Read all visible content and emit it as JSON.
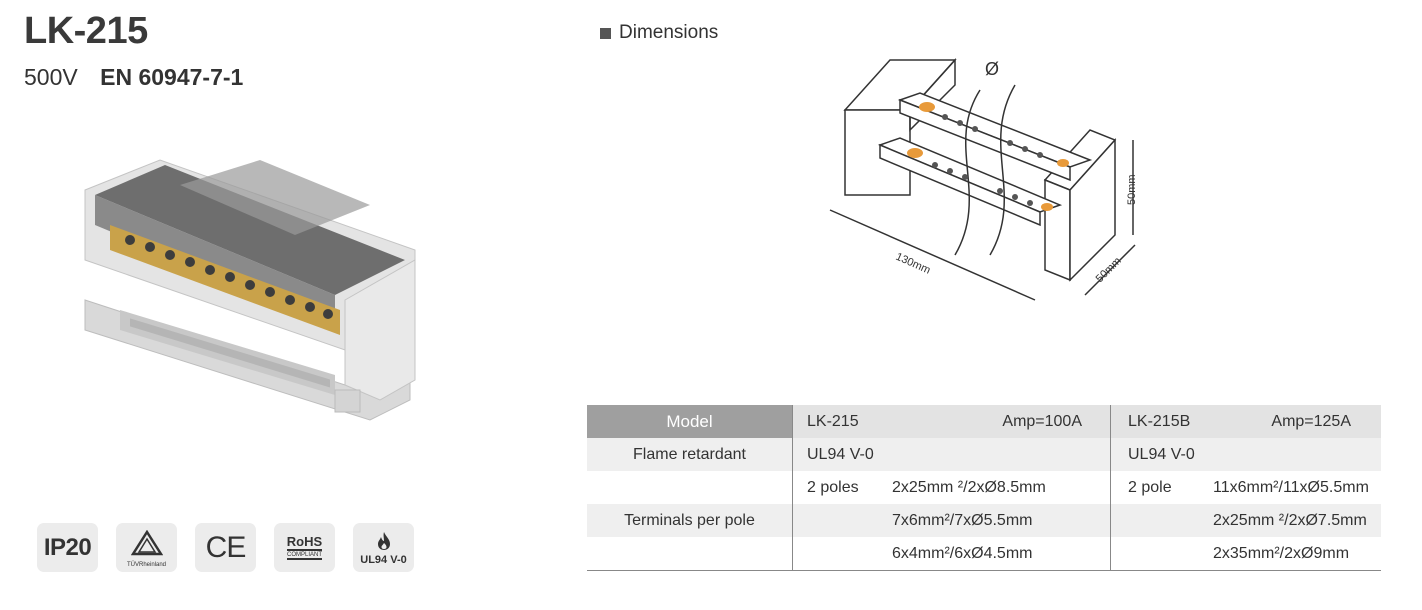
{
  "product": {
    "title": "LK-215",
    "voltage": "500V",
    "standard": "EN 60947-7-1"
  },
  "badges": {
    "ip": "IP20",
    "tuv": "TÜVRheinland",
    "ce": "CE",
    "rohs": "RoHS",
    "rohs_sub": "COMPLIANT",
    "ul": "UL94 V-0"
  },
  "dimensions": {
    "heading": "Dimensions",
    "phi": "Ø",
    "width": "130mm",
    "height": "50mm",
    "depth": "50mm"
  },
  "table": {
    "header": {
      "model_label": "Model",
      "model_a": "LK-215",
      "amp_a": "Amp=100A",
      "model_b": "LK-215B",
      "amp_b": "Amp=125A"
    },
    "flame": {
      "label": "Flame retardant",
      "a": "UL94 V-0",
      "b": "UL94 V-0"
    },
    "terminals": {
      "label": "Terminals per pole",
      "poles_a": "2 poles",
      "poles_b": "2 pole",
      "a": [
        "2x25mm ²/2xØ8.5mm",
        "7x6mm²/7xØ5.5mm",
        "6x4mm²/6xØ4.5mm"
      ],
      "b": [
        "11x6mm²/11xØ5.5mm",
        "2x25mm ²/2xØ7.5mm",
        "2x35mm²/2xØ9mm"
      ]
    }
  }
}
